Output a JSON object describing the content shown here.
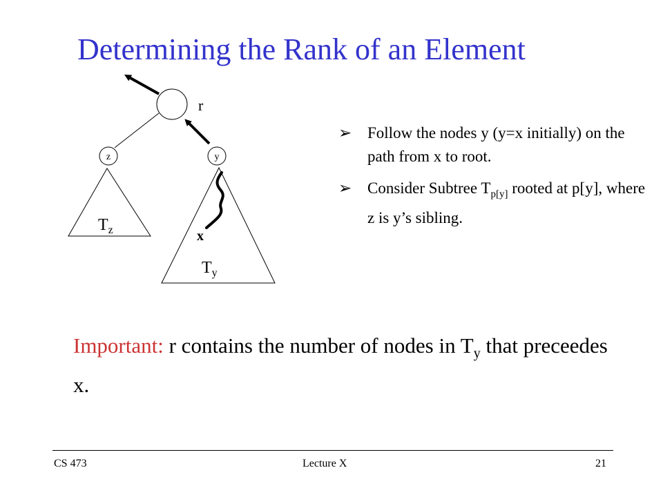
{
  "slide": {
    "title": "Determining the Rank of an Element",
    "title_color": "#3333CC",
    "accent_color": "#CC3333"
  },
  "diagram": {
    "root_label": "r",
    "left_node_label": "z",
    "right_node_label": "y",
    "left_subtree": {
      "base": "T",
      "sub": "z"
    },
    "right_subtree": {
      "base": "T",
      "sub": "y"
    },
    "x_label": "x"
  },
  "bullets": [
    {
      "marker": "➢",
      "text": "Follow the nodes y (y=x initially) on the path from x to root."
    },
    {
      "marker": "➢",
      "before": "Consider Subtree T",
      "sub": "p[y]",
      "after": " rooted at p[y], where z is y’s sibling."
    }
  ],
  "important": {
    "label": "Important:",
    "text_before": " r contains the number of nodes in T",
    "sub": "y",
    "text_after": " that preceedes x."
  },
  "footer": {
    "left": "CS 473",
    "center": "Lecture X",
    "right": "21"
  }
}
